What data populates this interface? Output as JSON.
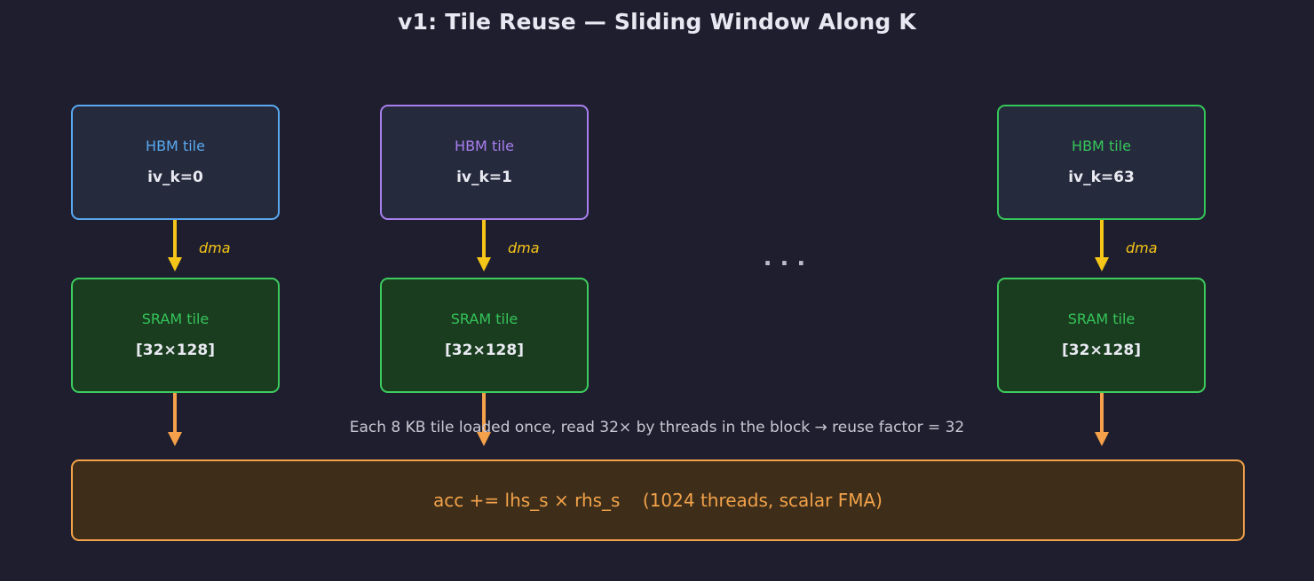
{
  "title": "v1: Tile Reuse — Sliding Window Along K",
  "theme": {
    "background": "#1e1e2e",
    "title_color": "#e8e8f2",
    "accent_blue": "#5aa9f0",
    "accent_purple": "#a97ff0",
    "accent_green": "#34c759",
    "sram_border": "#3ecb5e",
    "sram_fill": "#1a3d1f",
    "dma_arrow": "#f5c518",
    "acc_arrow": "#f5a04a",
    "acc_box_border": "#f2a24a",
    "acc_box_fill": "#3e2e19",
    "caption_color": "#c8c9d4"
  },
  "columns": [
    {
      "hbm": {
        "kind": "HBM tile",
        "value": "iv_k=0",
        "accent": "blue"
      },
      "dma_label": "dma",
      "sram": {
        "kind": "SRAM tile",
        "value": "[32×128]"
      }
    },
    {
      "hbm": {
        "kind": "HBM tile",
        "value": "iv_k=1",
        "accent": "purple"
      },
      "dma_label": "dma",
      "sram": {
        "kind": "SRAM tile",
        "value": "[32×128]"
      }
    },
    {
      "hbm": {
        "kind": "HBM tile",
        "value": "iv_k=63",
        "accent": "green"
      },
      "dma_label": "dma",
      "sram": {
        "kind": "SRAM tile",
        "value": "[32×128]"
      }
    }
  ],
  "ellipsis": "...",
  "caption": "Each 8 KB tile loaded once, read 32× by threads in the block  →  reuse factor = 32",
  "accumulator": "acc += lhs_s × rhs_s    (1024 threads, scalar FMA)"
}
